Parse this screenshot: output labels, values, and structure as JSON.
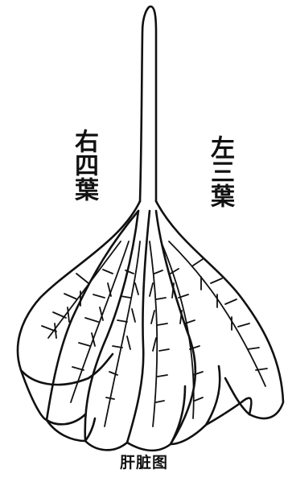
{
  "labels": {
    "right_lobes": "右四葉",
    "left_lobes": "左三葉"
  },
  "caption": "肝脏图",
  "colors": {
    "ink": "#111111",
    "background": "#ffffff"
  }
}
